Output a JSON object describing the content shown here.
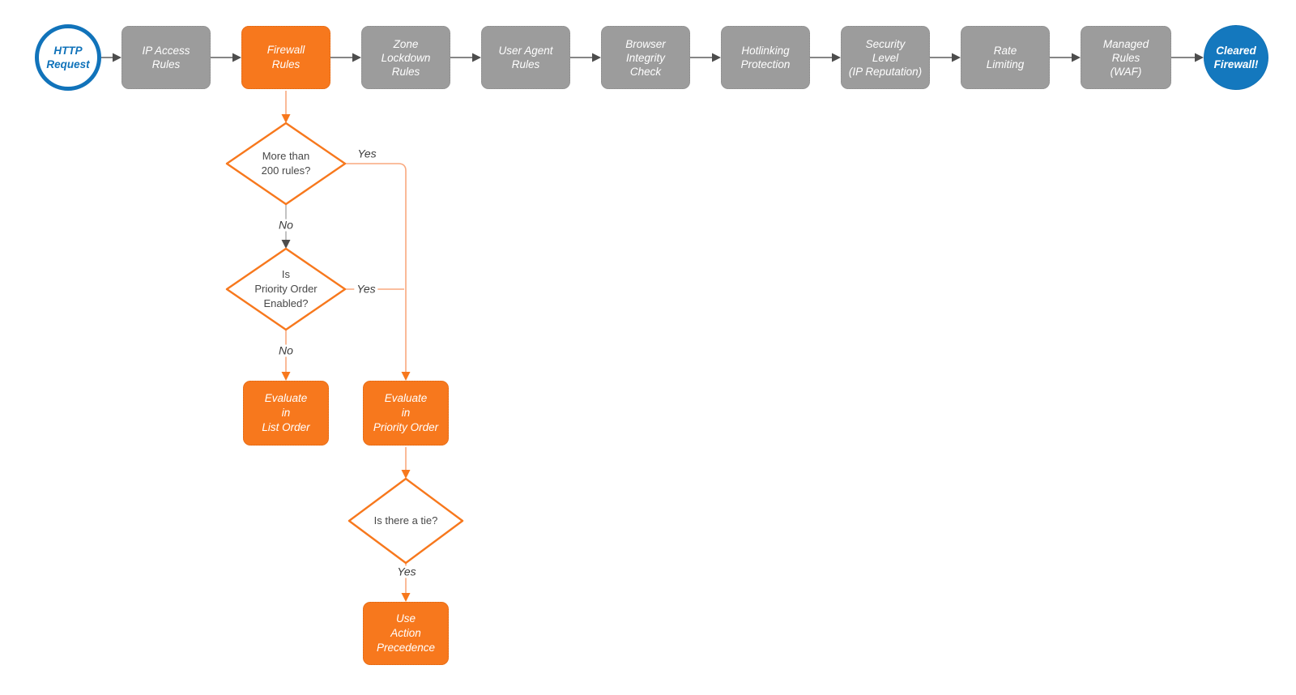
{
  "colors": {
    "node_orange": "#f7781d",
    "node_gray": "#9c9c9c",
    "edge_gray": "#5f5f5f",
    "edge_gray_light": "#b3b3b3",
    "edge_orange_light": "#f9a87e",
    "arrowhead_gray": "#4d4d4d",
    "arrowhead_orange": "#f7781d",
    "terminal_blue_stroke": "#1173ba",
    "terminal_blue_fill": "#1478be",
    "text_white": "#ffffff",
    "text_dark": "#484848"
  },
  "start_node": {
    "label": "HTTP\nRequest"
  },
  "end_node": {
    "label": "Cleared\nFirewall!"
  },
  "pipeline": [
    {
      "label": "IP Access\nRules"
    },
    {
      "label": "Firewall\nRules"
    },
    {
      "label": "Zone\nLockdown\nRules"
    },
    {
      "label": "User Agent\nRules"
    },
    {
      "label": "Browser\nIntegrity\nCheck"
    },
    {
      "label": "Hotlinking\nProtection"
    },
    {
      "label": "Security\nLevel\n(IP Reputation)"
    },
    {
      "label": "Rate\nLimiting"
    },
    {
      "label": "Managed\nRules\n(WAF)"
    }
  ],
  "decisions": [
    {
      "label": "More than\n200 rules?",
      "yes_label": "Yes",
      "no_label": "No"
    },
    {
      "label": "Is\nPriority Order\nEnabled?",
      "yes_label": "Yes",
      "no_label": "No"
    },
    {
      "label": "Is there a tie?",
      "yes_label": "Yes"
    }
  ],
  "actions": [
    {
      "label": "Evaluate\nin\nList Order"
    },
    {
      "label": "Evaluate\nin\nPriority Order"
    },
    {
      "label": "Use\nAction\nPrecedence"
    }
  ]
}
